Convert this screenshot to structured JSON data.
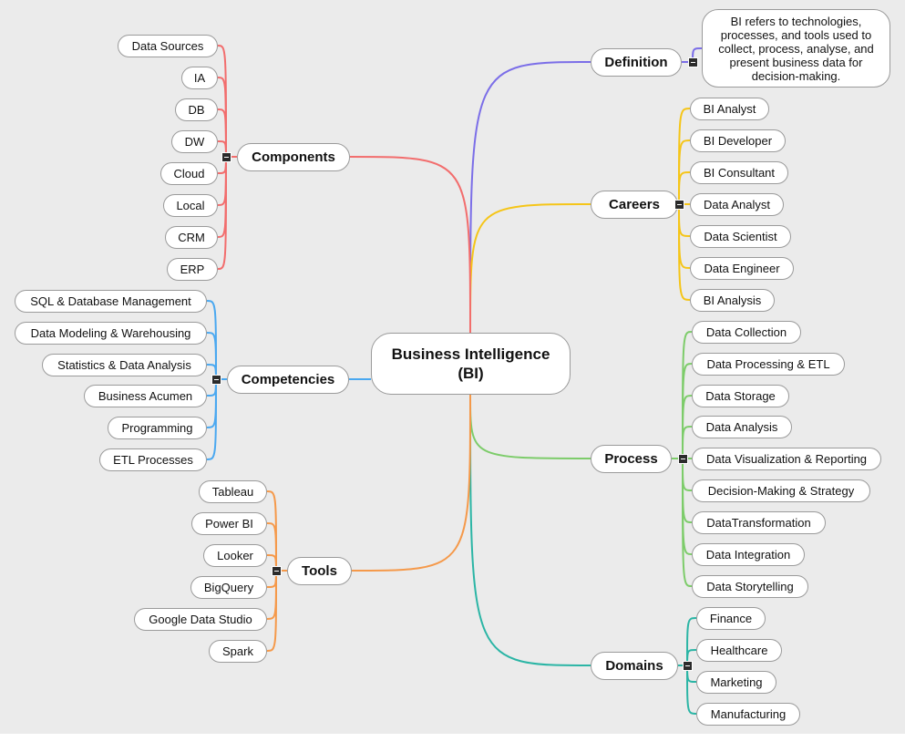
{
  "center": {
    "line1": "Business Intelligence",
    "line2": "(BI)"
  },
  "branches": {
    "definition": {
      "label": "Definition",
      "color": "#7b6ee8",
      "children": [
        "BI refers to technologies, processes, and tools used to collect, process, analyse, and present business data for decision-making."
      ]
    },
    "careers": {
      "label": "Careers",
      "color": "#f5c518",
      "children": [
        "BI Analyst",
        "BI Developer",
        "BI Consultant",
        "Data Analyst",
        "Data Scientist",
        "Data Engineer",
        "BI Analysis"
      ]
    },
    "process": {
      "label": "Process",
      "color": "#7dcc6a",
      "children": [
        "Data Collection",
        "Data Processing & ETL",
        "Data Storage",
        "Data Analysis",
        "Data Visualization & Reporting",
        "Decision-Making & Strategy",
        "DataTransformation",
        "Data Integration",
        "Data Storytelling"
      ]
    },
    "domains": {
      "label": "Domains",
      "color": "#2bb5a5",
      "children": [
        "Finance",
        "Healthcare",
        "Marketing",
        "Manufacturing"
      ]
    },
    "components": {
      "label": "Components",
      "color": "#f26d6d",
      "children": [
        "Data Sources",
        "IA",
        "DB",
        "DW",
        "Cloud",
        "Local",
        "CRM",
        "ERP"
      ]
    },
    "competencies": {
      "label": "Competencies",
      "color": "#4aa8f0",
      "children": [
        "SQL & Database Management",
        "Data Modeling & Warehousing",
        "Statistics & Data Analysis",
        "Business Acumen",
        "Programming",
        "ETL Processes"
      ]
    },
    "tools": {
      "label": "Tools",
      "color": "#f5994a",
      "children": [
        "Tableau",
        "Power BI",
        "Looker",
        "BigQuery",
        "Google Data Studio",
        "Spark"
      ]
    }
  }
}
